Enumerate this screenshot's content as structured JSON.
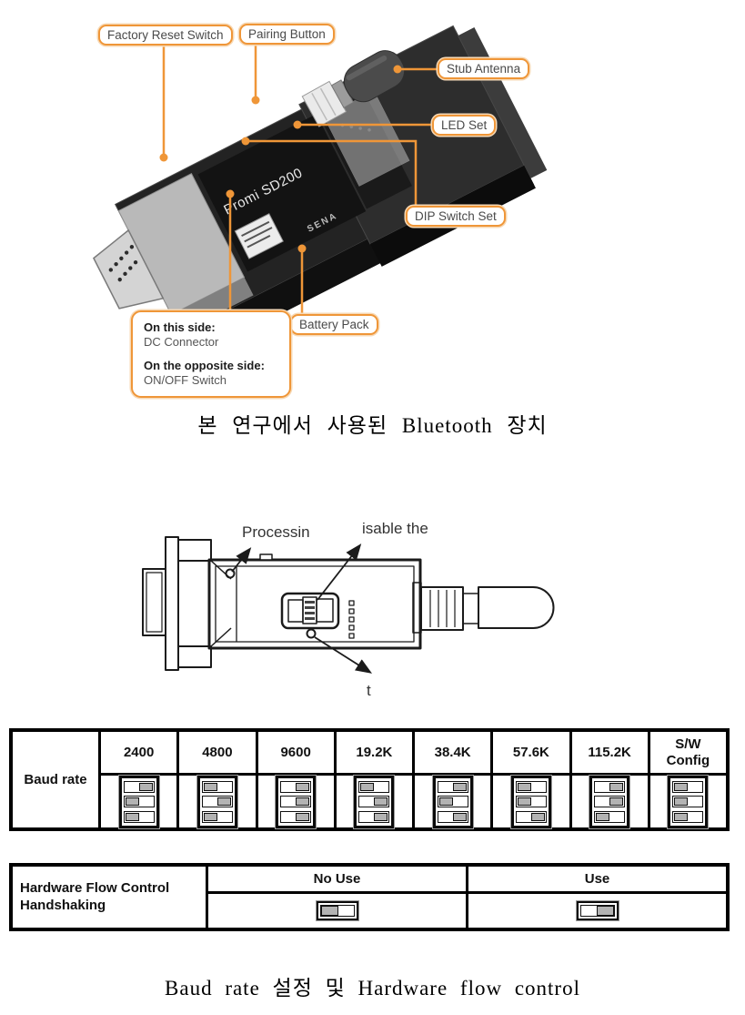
{
  "figure1": {
    "callouts": [
      {
        "label": "Factory Reset Switch"
      },
      {
        "label": "Pairing Button"
      },
      {
        "label": "Stub Antenna"
      },
      {
        "label": "LED Set"
      },
      {
        "label": "DIP Switch Set"
      },
      {
        "label": "Battery Pack"
      }
    ],
    "note_box": {
      "line1_bold": "On this side:",
      "line2": "DC Connector",
      "line3_bold": "On the opposite side:",
      "line4": "ON/OFF Switch"
    },
    "device_label": "Promi SD200",
    "brand": "SENA",
    "caption": "본 연구에서 사용된 Bluetooth 장치"
  },
  "figure2": {
    "label_top_left": "Processin",
    "label_top_right": "isable the",
    "label_bottom": "t"
  },
  "baud_table": {
    "row_label": "Baud rate",
    "columns": [
      "2400",
      "4800",
      "9600",
      "19.2K",
      "38.4K",
      "57.6K",
      "115.2K",
      "S/W\nConfig"
    ],
    "dip_positions": [
      [
        "R",
        "L",
        "L"
      ],
      [
        "L",
        "R",
        "L"
      ],
      [
        "R",
        "R",
        "R"
      ],
      [
        "L",
        "R",
        "R"
      ],
      [
        "R",
        "L",
        "R"
      ],
      [
        "L",
        "L",
        "R"
      ],
      [
        "R",
        "R",
        "L"
      ],
      [
        "L",
        "L",
        "L"
      ]
    ]
  },
  "flow_table": {
    "row_label_line1": "Hardware Flow Control",
    "row_label_line2": "Handshaking",
    "columns": [
      "No Use",
      "Use"
    ],
    "switch_positions": [
      "L",
      "R"
    ]
  },
  "caption_bottom": "Baud rate 설정 및 Hardware flow control",
  "colors": {
    "accent_orange": "#EF9638",
    "dip_handle_gray": "#B3B3B3",
    "table_border": "#000000"
  }
}
